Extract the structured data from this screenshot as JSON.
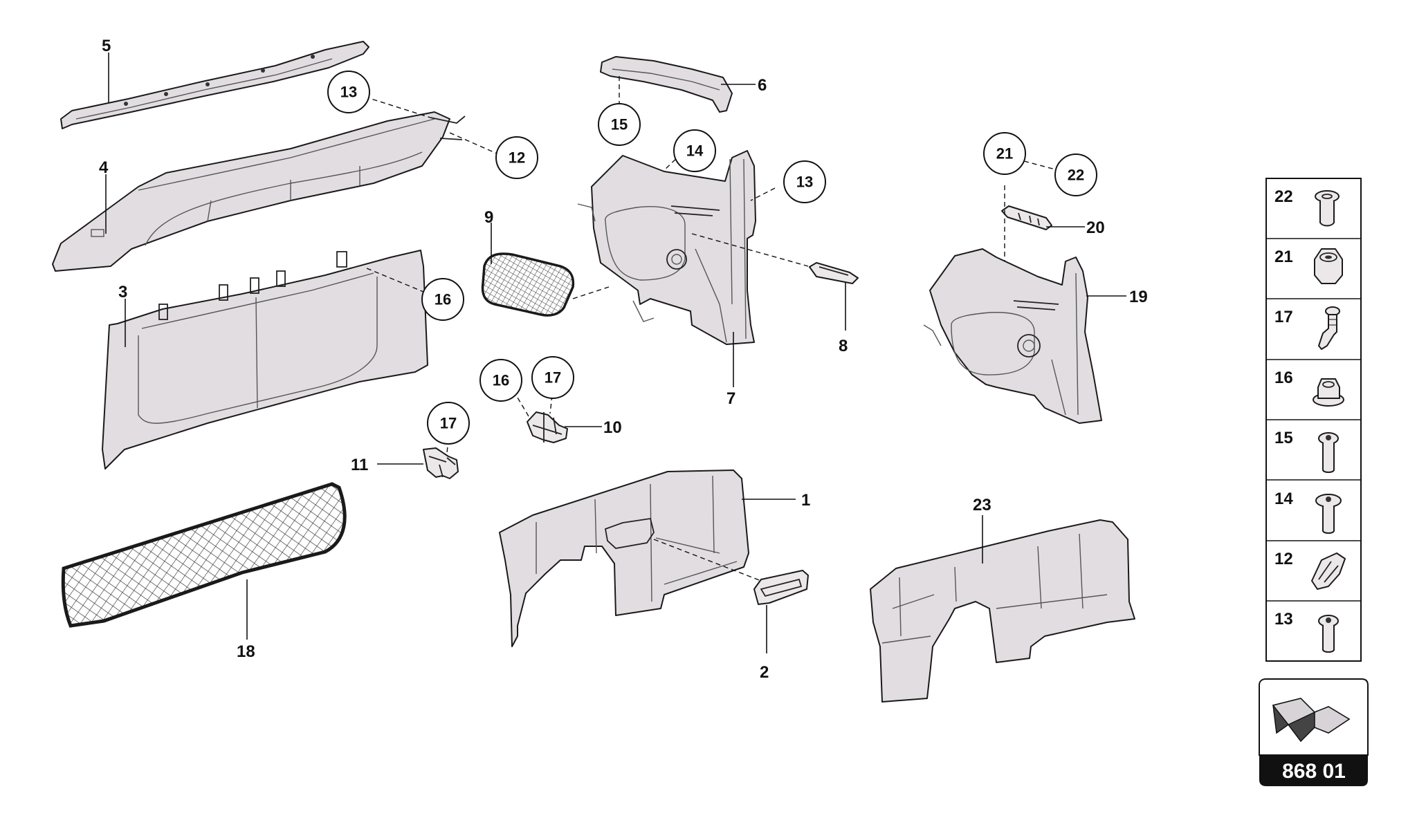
{
  "colors": {
    "part_fill": "#e2dde0",
    "line": "#1a1a1a",
    "badge_bg": "#111111",
    "arrow_fill": "#333333"
  },
  "callouts": {
    "c1": "1",
    "c2": "2",
    "c3": "3",
    "c4": "4",
    "c5": "5",
    "c6": "6",
    "c7": "7",
    "c8": "8",
    "c9": "9",
    "c10": "10",
    "c11": "11",
    "c18": "18",
    "c19": "19",
    "c20": "20",
    "c23": "23"
  },
  "circled": {
    "a13": "13",
    "a12": "12",
    "a15": "15",
    "a14": "14",
    "b13": "13",
    "a16": "16",
    "b16": "16",
    "a17": "17",
    "b17": "17",
    "a21": "21",
    "a22": "22"
  },
  "fasteners": [
    {
      "num": "22",
      "icon": "flanged-bolt-icon"
    },
    {
      "num": "21",
      "icon": "lock-nut-icon"
    },
    {
      "num": "17",
      "icon": "stud-pin-icon"
    },
    {
      "num": "16",
      "icon": "flange-nut-icon"
    },
    {
      "num": "15",
      "icon": "torx-screw-icon"
    },
    {
      "num": "14",
      "icon": "washer-screw-icon"
    },
    {
      "num": "12",
      "icon": "spring-clip-icon"
    },
    {
      "num": "13",
      "icon": "pan-head-screw-icon"
    }
  ],
  "page_badge": {
    "code": "868 01"
  }
}
